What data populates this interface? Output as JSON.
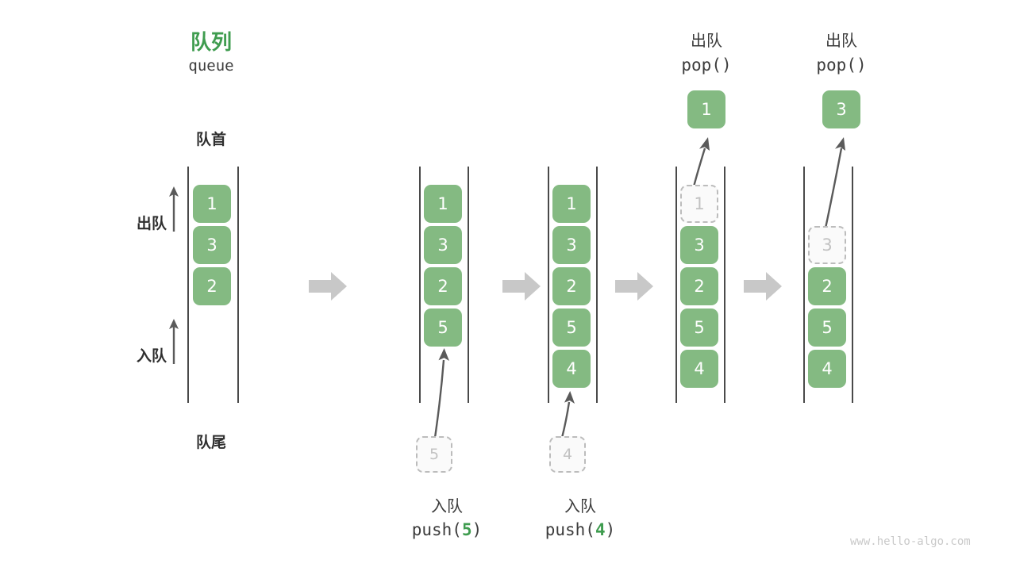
{
  "meta": {
    "watermark": "www.hello-algo.com",
    "colors": {
      "accent_green": "#3f9c4f",
      "cell_green": "#84ba82",
      "ghost_border": "#bcbcbc",
      "ghost_text": "#c2c2c2",
      "arrow_gray": "#5a5a5a",
      "block_arrow_gray": "#c8c8c8",
      "text_dark": "#3c3c3c"
    }
  },
  "header": {
    "title_cn": "队列",
    "title_en": "queue"
  },
  "legend": {
    "head_label": "队首",
    "tail_label": "队尾",
    "dequeue_label": "出队",
    "enqueue_label": "入队"
  },
  "panels": [
    {
      "id": "initial",
      "cells": [
        {
          "value": "1",
          "state": "filled"
        },
        {
          "value": "3",
          "state": "filled"
        },
        {
          "value": "2",
          "state": "filled"
        }
      ]
    },
    {
      "id": "push-5",
      "cells": [
        {
          "value": "1",
          "state": "filled"
        },
        {
          "value": "3",
          "state": "filled"
        },
        {
          "value": "2",
          "state": "filled"
        },
        {
          "value": "5",
          "state": "filled"
        }
      ],
      "incoming": {
        "value": "5",
        "state": "ghost"
      },
      "caption_cn": "入队",
      "caption_code_prefix": "push(",
      "caption_code_value": "5",
      "caption_code_suffix": ")"
    },
    {
      "id": "push-4",
      "cells": [
        {
          "value": "1",
          "state": "filled"
        },
        {
          "value": "3",
          "state": "filled"
        },
        {
          "value": "2",
          "state": "filled"
        },
        {
          "value": "5",
          "state": "filled"
        },
        {
          "value": "4",
          "state": "filled"
        }
      ],
      "incoming": {
        "value": "4",
        "state": "ghost"
      },
      "caption_cn": "入队",
      "caption_code_prefix": "push(",
      "caption_code_value": "4",
      "caption_code_suffix": ")"
    },
    {
      "id": "pop-1",
      "header_cn": "出队",
      "header_code": "pop()",
      "popped": {
        "value": "1",
        "state": "filled"
      },
      "cells": [
        {
          "value": "1",
          "state": "ghost"
        },
        {
          "value": "3",
          "state": "filled"
        },
        {
          "value": "2",
          "state": "filled"
        },
        {
          "value": "5",
          "state": "filled"
        },
        {
          "value": "4",
          "state": "filled"
        }
      ]
    },
    {
      "id": "pop-3",
      "header_cn": "出队",
      "header_code": "pop()",
      "popped": {
        "value": "3",
        "state": "filled"
      },
      "cells": [
        {
          "value": "3",
          "state": "ghost"
        },
        {
          "value": "2",
          "state": "filled"
        },
        {
          "value": "5",
          "state": "filled"
        },
        {
          "value": "4",
          "state": "filled"
        }
      ]
    }
  ]
}
